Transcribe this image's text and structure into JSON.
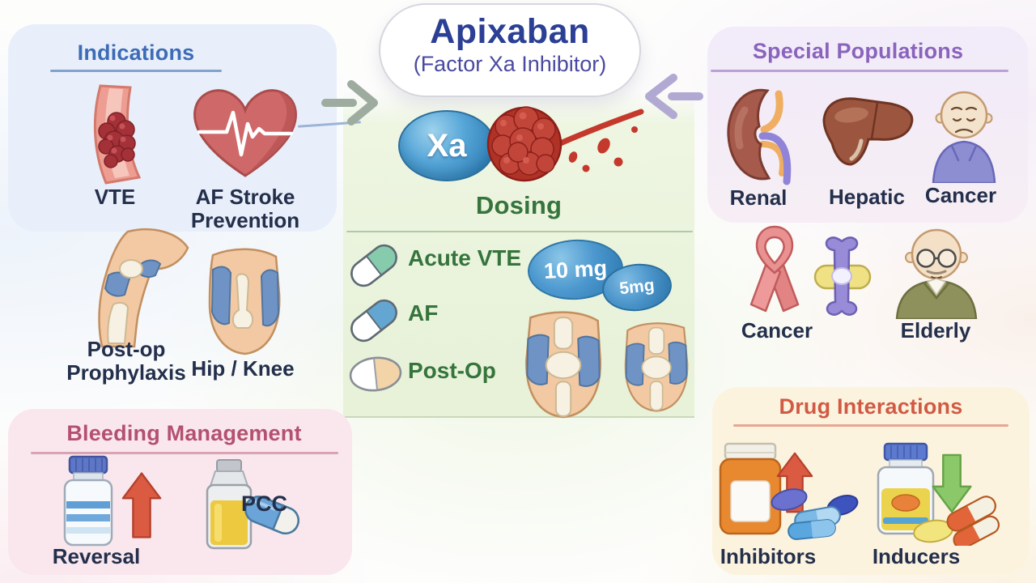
{
  "title": {
    "drug": "Apixaban",
    "mechanism": "(Factor Xa Inhibitor)",
    "xa_label": "Xa"
  },
  "sections": {
    "indications": {
      "header": "Indications",
      "items": [
        "VTE",
        "AF Stroke Prevention",
        "Post-op Prophylaxis",
        "Hip / Knee"
      ]
    },
    "dosing": {
      "header": "Dosing",
      "indications": [
        "Acute VTE",
        "AF",
        "Post-Op"
      ],
      "doses": [
        "10 mg",
        "5mg"
      ]
    },
    "special_populations": {
      "header": "Special Populations",
      "row1": [
        "Renal",
        "Hepatic",
        "Cancer"
      ],
      "row2": [
        "Cancer",
        "Elderly"
      ]
    },
    "bleeding_management": {
      "header": "Bleeding Management",
      "items": [
        "Reversal",
        "PCC"
      ]
    },
    "drug_interactions": {
      "header": "Drug Interactions",
      "items": [
        "Inhibitors",
        "Inducers"
      ]
    }
  },
  "icons": {
    "center": [
      "arrow-right-icon",
      "arrow-left-icon",
      "factor-xa-icon",
      "blood-clot-icon"
    ],
    "indications": [
      "blood-vessel-clot-icon",
      "heart-ecg-icon",
      "knee-side-icon",
      "hip-knee-icon"
    ],
    "dosing": [
      "capsule-teal-icon",
      "capsule-blue-icon",
      "tablet-cream-icon",
      "dose-bubble-10mg",
      "dose-bubble-5mg",
      "knee-front-icon",
      "knee-front-icon"
    ],
    "special_populations": [
      "kidney-icon",
      "liver-icon",
      "cancer-patient-icon",
      "awareness-ribbon-icon",
      "joint-capsule-icon",
      "elderly-man-icon"
    ],
    "bleeding_management": [
      "antidote-vial-icon",
      "increase-arrow-icon",
      "pcc-bottle-capsule-icon"
    ],
    "drug_interactions": [
      "pill-bottle-icon",
      "increase-arrow-icon",
      "blue-pills-icon",
      "medicine-bottle-icon",
      "decrease-arrow-icon",
      "capsules-pill-icon"
    ]
  },
  "colors": {
    "indications_accent": "#3d6cb6",
    "special_accent": "#8a64bc",
    "dosing_accent": "#35743c",
    "bleeding_accent": "#b45070",
    "interactions_accent": "#d05a44",
    "label_text": "#232f4b",
    "title_text": "#2b3f94",
    "subtitle_text": "#4a4aa0",
    "xa_blue": "#3f97cf",
    "clot_red": "#b03227"
  }
}
